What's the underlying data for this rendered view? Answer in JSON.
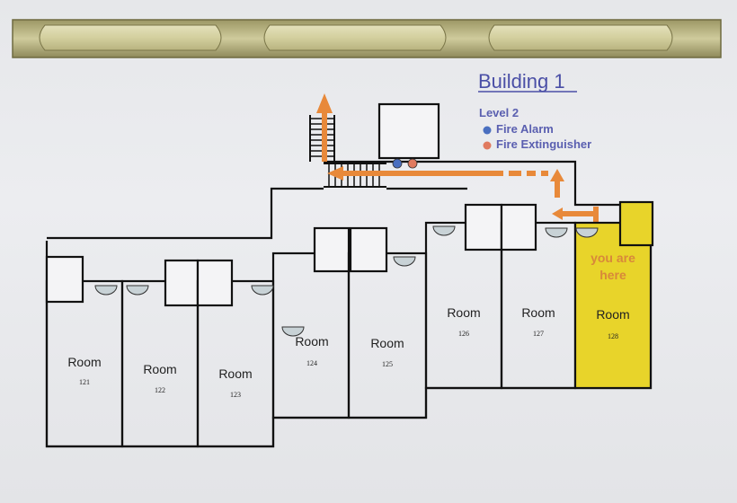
{
  "title": "Building 1",
  "legend": {
    "level": "Level 2",
    "items": [
      {
        "label": "Fire Alarm",
        "color": "#4a6fc0"
      },
      {
        "label": "Fire Extinguisher",
        "color": "#e07a5f"
      }
    ]
  },
  "you_are_here": {
    "line1": "you are",
    "line2": "here"
  },
  "colors": {
    "arrow": "#e8893a",
    "highlight": "#e8d42a",
    "header_strip": "#b5b07a"
  },
  "rooms": [
    {
      "label": "Room",
      "number": "121"
    },
    {
      "label": "Room",
      "number": "122"
    },
    {
      "label": "Room",
      "number": "123"
    },
    {
      "label": "Room",
      "number": "124"
    },
    {
      "label": "Room",
      "number": "125"
    },
    {
      "label": "Room",
      "number": "126"
    },
    {
      "label": "Room",
      "number": "127"
    },
    {
      "label": "Room",
      "number": "128"
    }
  ]
}
